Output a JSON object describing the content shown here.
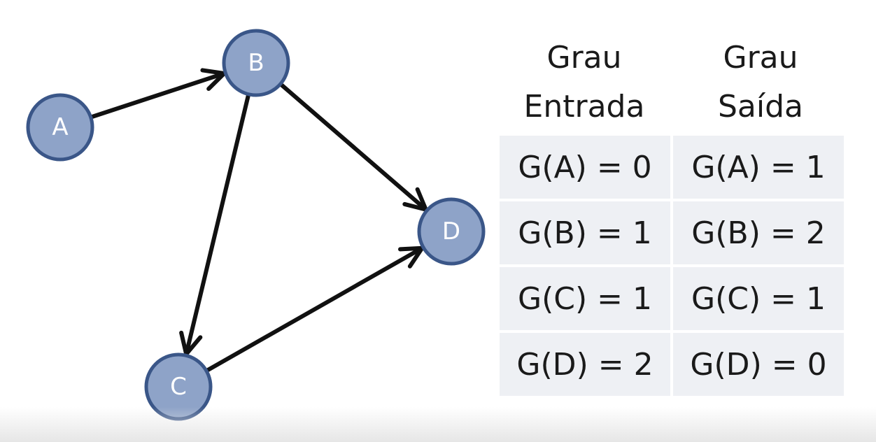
{
  "graph": {
    "nodes": [
      {
        "id": "A",
        "label": "A"
      },
      {
        "id": "B",
        "label": "B"
      },
      {
        "id": "C",
        "label": "C"
      },
      {
        "id": "D",
        "label": "D"
      }
    ],
    "edges": [
      {
        "from": "A",
        "to": "B"
      },
      {
        "from": "B",
        "to": "C"
      },
      {
        "from": "B",
        "to": "D"
      },
      {
        "from": "C",
        "to": "D"
      }
    ],
    "colors": {
      "node_fill": "#8ea3c8",
      "node_stroke": "#3a5688",
      "edge": "#111111"
    }
  },
  "table": {
    "headers": [
      {
        "line1": "Grau",
        "line2": "Entrada"
      },
      {
        "line1": "Grau",
        "line2": "Saída"
      }
    ],
    "rows": [
      [
        "G(A) = 0",
        "G(A) = 1"
      ],
      [
        "G(B) = 1",
        "G(B) = 2"
      ],
      [
        "G(C) = 1",
        "G(C) = 1"
      ],
      [
        "G(D) = 2",
        "G(D) = 0"
      ]
    ]
  }
}
